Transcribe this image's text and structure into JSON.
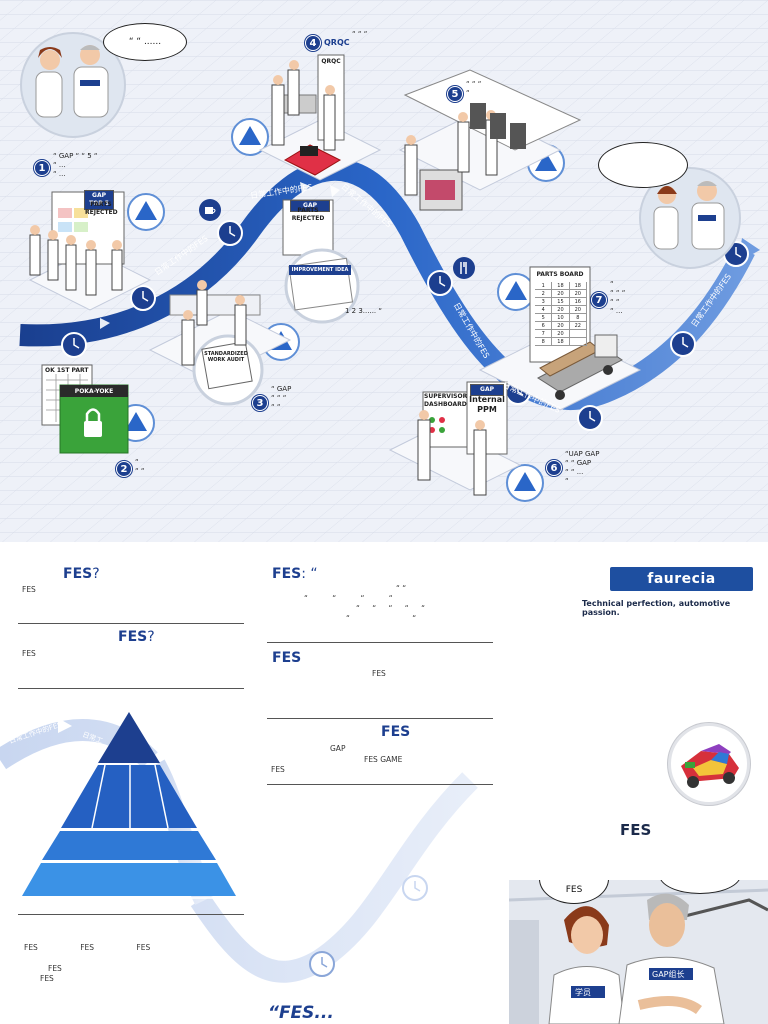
{
  "colors": {
    "brand": "#1e4fa0",
    "arrow": "#2a66c8",
    "dark_blue": "#1d3f8f",
    "lime_green": "#3aa33a"
  },
  "top": {
    "arrow_label": "日常工作中的FES",
    "bubble_left": "“ “ ......",
    "step1": {
      "num": "1",
      "text": "“ GAP “ “ 5 “\n“ ...\n“ ..."
    },
    "step2": {
      "num": "2",
      "text": "“\n“ “"
    },
    "step3": {
      "num": "3",
      "text": "“ GAP\n“ “ “\n“ “"
    },
    "step4": {
      "num": "4",
      "label": "QRQC",
      "text": "“ “ “"
    },
    "step5": {
      "num": "5",
      "text": "“ “ “\n“"
    },
    "step6": {
      "num": "6",
      "text": "“UAP GAP\n“ “ GAP\n“ “ ...\n“"
    },
    "step7": {
      "num": "7",
      "text": "“\n“ “ “\n“ “\n“ ..."
    },
    "mid_text": "1 2 3...... “",
    "signs": {
      "gap_top5": "GAP TOP 5",
      "parts_rejected": "PARTS\nREJECTED",
      "ok_first_part": "OK 1ST PART",
      "poka_yoke": "POKA-YOKE",
      "standardized": "STANDARDIZED\nWORK AUDIT",
      "improvement": "IMPROVEMENT IDEA",
      "parts_board": "PARTS BOARD",
      "supervisor": "SUPERVISOR\nDASHBOARD",
      "internal_ppm": "Internal\nPPM",
      "gap": "GAP",
      "qrqc": "QRQC"
    },
    "parts_board_rows": [
      [
        "1",
        "18",
        "18"
      ],
      [
        "2",
        "20",
        "20"
      ],
      [
        "3",
        "15",
        "16"
      ],
      [
        "4",
        "20",
        "20"
      ],
      [
        "5",
        "10",
        "8"
      ],
      [
        "6",
        "20",
        "22"
      ],
      [
        "7",
        "20",
        ""
      ],
      [
        "8",
        "18",
        ""
      ]
    ]
  },
  "bottom": {
    "q1_title": "FES",
    "q1_mark": "?",
    "q1_sub": "FES",
    "q2_title": "FES",
    "q2_mark": "?",
    "q2_sub": "FES",
    "c2_title": "FES",
    "c2_mark": ": “",
    "c2_line1": "“ “",
    "c2_line2": "“ “ “ “",
    "c2_line3": "“ “ “ “ “",
    "c2_line4": "“ “",
    "c3_title": "FES",
    "c3_sub": "FES",
    "c4_title": "FES",
    "c4_gap": "GAP",
    "c4_game": "FES GAME",
    "c4_sub": "FES",
    "pyr_caption1": "FES FES FES",
    "pyr_caption2": "FES",
    "pyr_caption3": "FES",
    "arrow_label": "日常工作中的FES",
    "arrow_label_short": "日常工",
    "quote": "“FES...",
    "logo": "faurecia",
    "slogan": "Technical perfection, automotive passion.",
    "fes_right": "FES",
    "comic_bubble": "FES",
    "badge_student": "学员",
    "badge_leader": "GAP组长"
  }
}
